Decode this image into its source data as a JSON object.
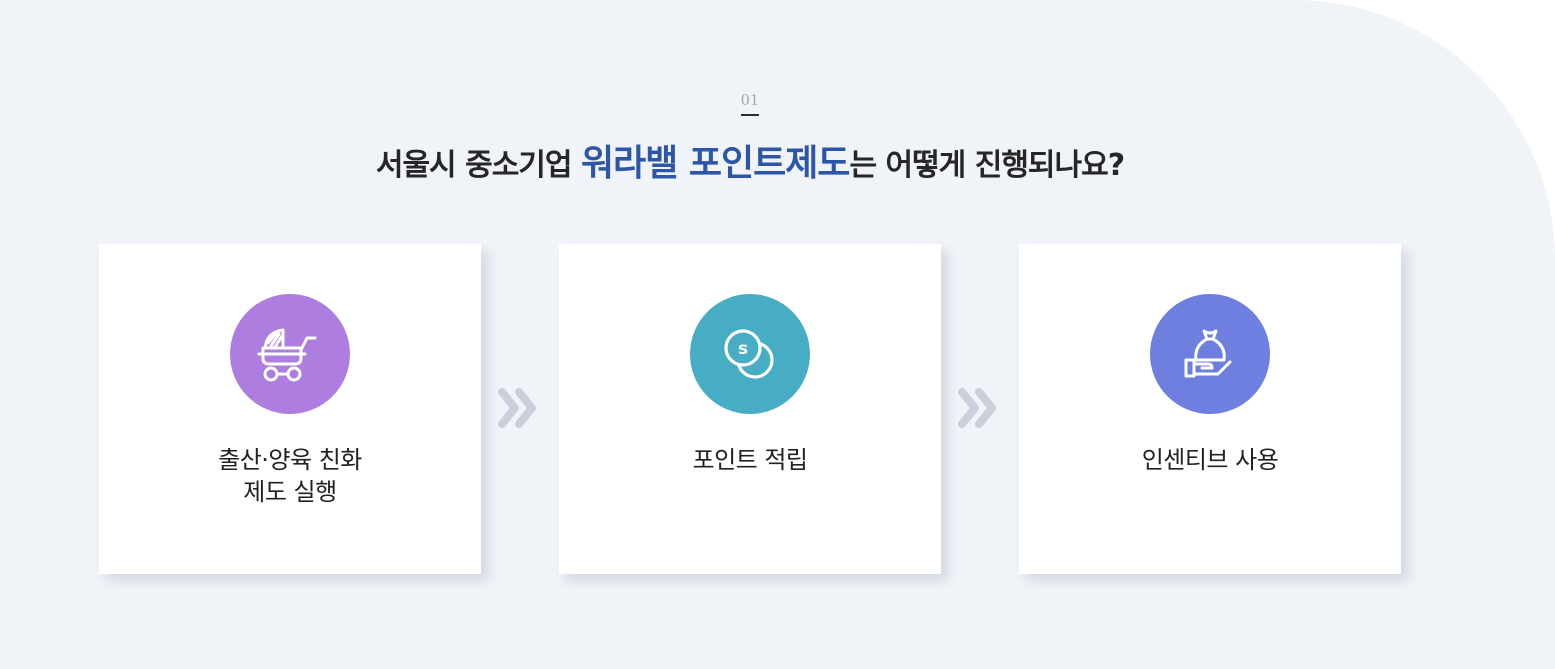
{
  "section": {
    "number": "01",
    "title_prefix": "서울시 중소기업 ",
    "title_highlight": "워라밸 포인트제도",
    "title_suffix": "는 어떻게 진행되나요?"
  },
  "colors": {
    "background": "#f0f3f8",
    "highlight": "#2e56a8",
    "step1_circle": "#ad7ddf",
    "step2_circle": "#47adc4",
    "step3_circle": "#6e7fe0",
    "arrow": "#c9cfdb"
  },
  "steps": [
    {
      "icon": "baby-stroller-icon",
      "label_line1": "출산·양육 친화",
      "label_line2": "제도 실행"
    },
    {
      "icon": "coins-icon",
      "label_line1": "포인트 적립",
      "label_line2": ""
    },
    {
      "icon": "hand-money-bag-icon",
      "label_line1": "인센티브 사용",
      "label_line2": ""
    }
  ]
}
